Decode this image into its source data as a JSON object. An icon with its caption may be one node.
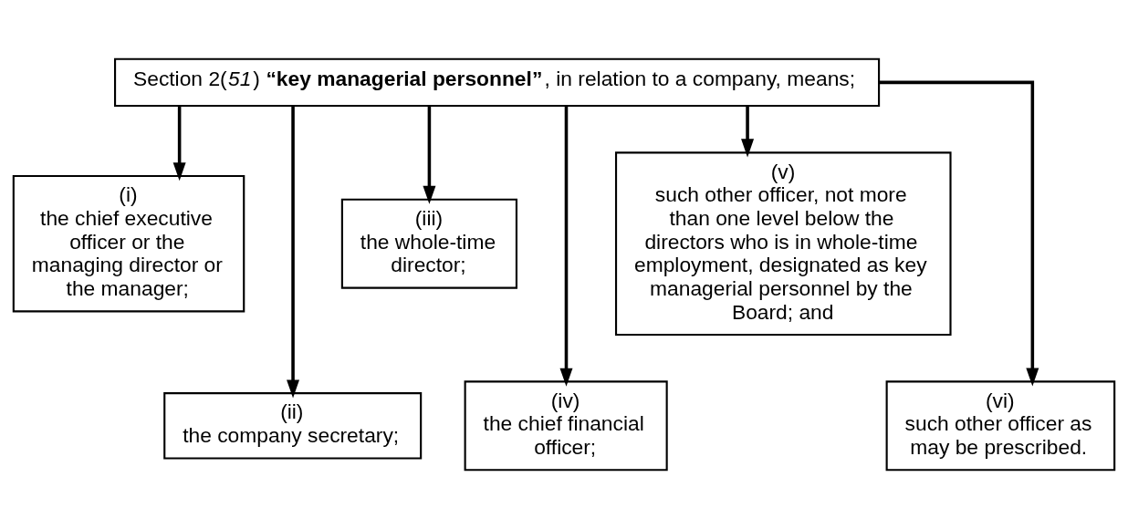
{
  "diagram": {
    "nodes": [
      {
        "text": [
          "Section 2(*51*) **“key managerial personnel”**, in relation to a company, means;"
        ]
      },
      {
        "text": [
          "(i)",
          "the chief executive officer or the managing director or the manager;"
        ]
      },
      {
        "text": [
          "(ii)",
          "the company secretary;"
        ]
      },
      {
        "text": [
          "(iii)",
          "the whole-time director;"
        ]
      },
      {
        "text": [
          "(iv)",
          "the chief financial officer;"
        ]
      },
      {
        "text": [
          "(v)",
          "such other officer, not more than one level below the directors who is in whole-time employment, designated as key managerial personnel by the Board; and"
        ]
      },
      {
        "text": [
          "(vi)",
          "such other officer as may be prescribed."
        ]
      }
    ],
    "edges": [
      {
        "from": 0,
        "to": 1,
        "arrow": "to"
      },
      {
        "from": 0,
        "to": 2,
        "arrow": "to"
      },
      {
        "from": 0,
        "to": 3,
        "arrow": "to"
      },
      {
        "from": 0,
        "to": 4,
        "arrow": "to"
      },
      {
        "from": 0,
        "to": 5,
        "arrow": "to"
      },
      {
        "from": 0,
        "to": 6,
        "arrow": "to"
      }
    ]
  }
}
